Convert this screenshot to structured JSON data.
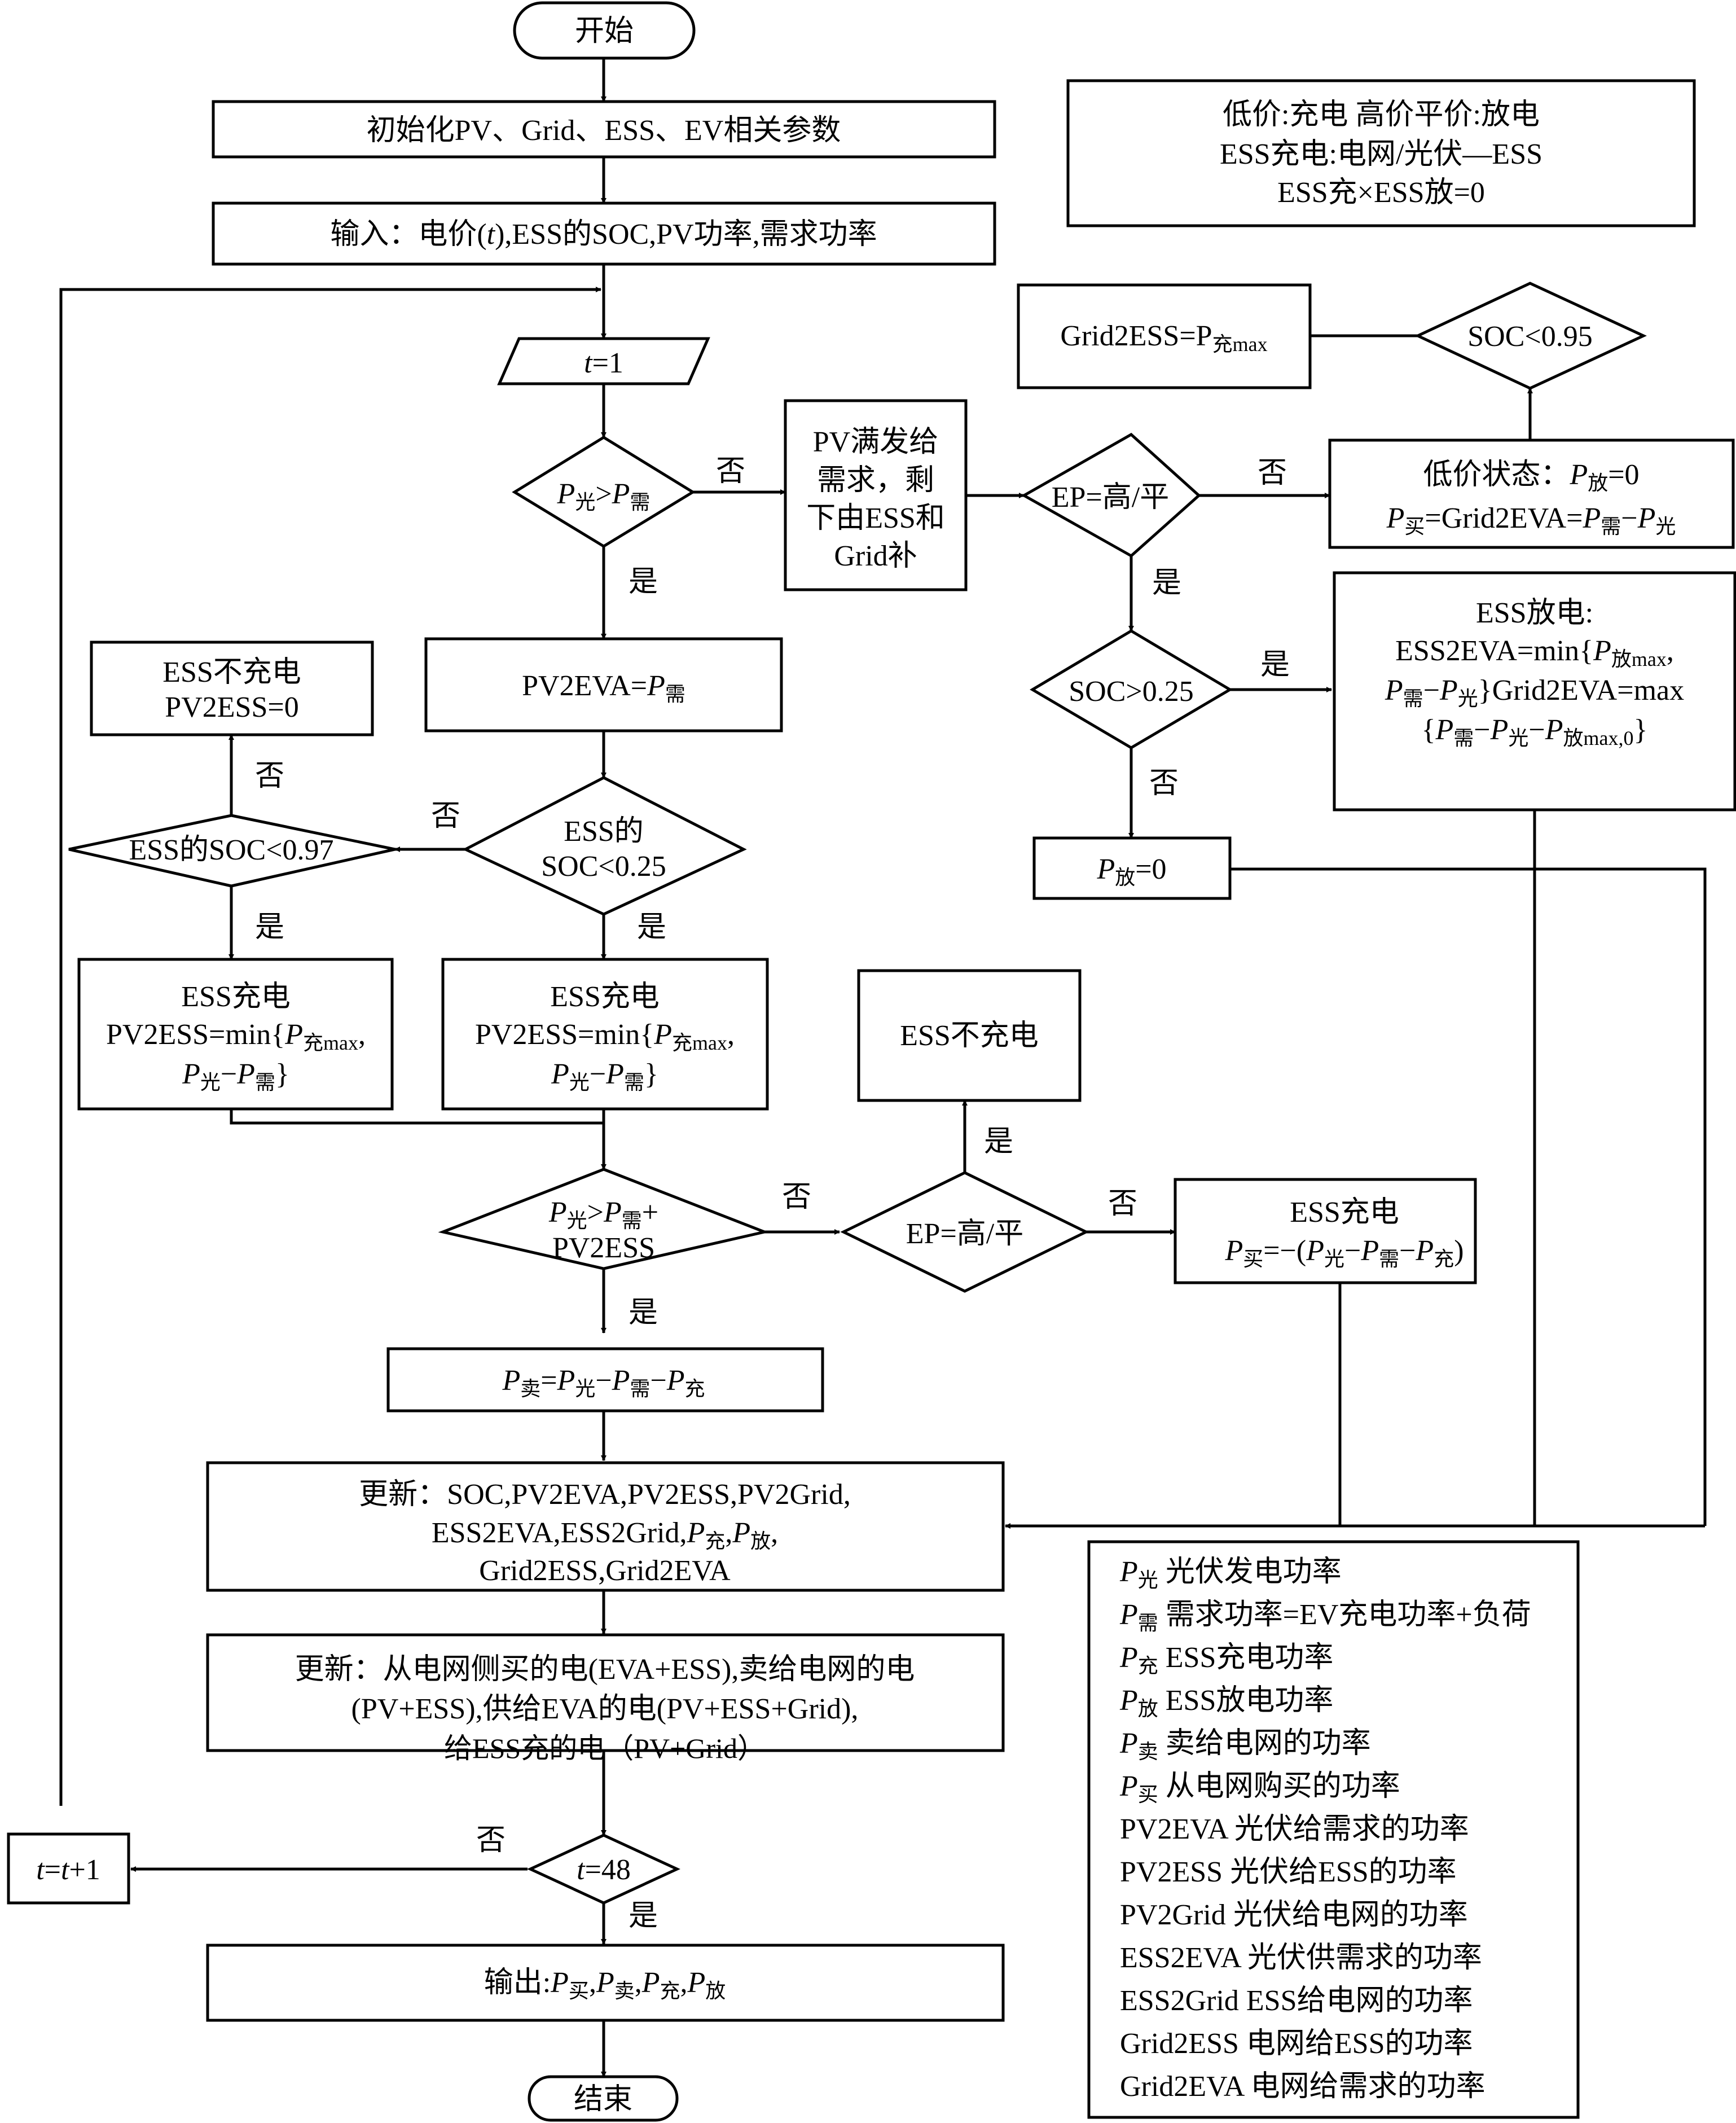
{
  "start": "开始",
  "end": "结束",
  "yes": "是",
  "no": "否",
  "notes": [
    "低价:充电   高价平价:放电",
    "ESS充电:电网/光伏—ESS",
    "ESS充×ESS放=0"
  ],
  "init": "初始化PV、Grid、ESS、EV相关参数",
  "input": {
    "pre": "输入：电价(",
    "t": "t",
    "post": "),ESS的SOC,PV功率,需求功率"
  },
  "t_init": {
    "t": "t",
    "rest": "=1"
  },
  "sym": {
    "P": "P",
    "guang": "光",
    "xu": "需",
    "chong": "充",
    "fang": "放",
    "mai_sell": "卖",
    "mai_buy": "买",
    "chongmax": "充max",
    "fangmax": "放max",
    "fangmax0": "放max,0"
  },
  "d1_gt": ">",
  "pv_short": [
    "PV满发给",
    "需求，剩",
    "下由ESS和",
    "Grid补"
  ],
  "ep_cond": "EP=高/平",
  "soc095": "SOC<0.95",
  "grid2ess_max": "Grid2ESS=P",
  "low_price": {
    "l1a": "低价状态：",
    "l1b": "=0",
    "l2a": "=Grid2EVA=",
    "minus": "−"
  },
  "soc025_gt": "SOC>0.25",
  "ess_discharge": {
    "title": "ESS放电:",
    "l2": "ESS2EVA=min{",
    "l2end": ",",
    "l3end": "}Grid2EVA=max",
    "l4start": "{",
    "l4end": "}"
  },
  "pfang0": "=0",
  "pv2eva": "PV2EVA=",
  "ess_no_charge_1": [
    "ESS不充电",
    "PV2ESS=0"
  ],
  "ess_soc097": "ESS的SOC<0.97",
  "ess_soc025": [
    "ESS的",
    "SOC<0.25"
  ],
  "ess_charge": {
    "title": "ESS充电",
    "l2": "PV2ESS=min{",
    "l2end": ","
  },
  "d_plus": {
    "plus": "+",
    "l2": "PV2ESS"
  },
  "ess_no_charge_2": "ESS不充电",
  "ess_charge_buy": {
    "title": "ESS充电",
    "mid": "=−(",
    "end": ")"
  },
  "p_sell": "=",
  "update1": [
    "更新：SOC,PV2EVA,PV2ESS,PV2Grid,",
    "ESS2EVA,ESS2Grid,",
    "Grid2ESS,Grid2EVA"
  ],
  "update2": [
    "更新：从电网侧买的电(EVA+ESS),卖给电网的电",
    "(PV+ESS),供给EVA的电(PV+ESS+Grid),",
    "给ESS充的电（PV+Grid）"
  ],
  "t48": "=48",
  "t_inc": {
    "t1": "t",
    "eq": "=",
    "t2": "t",
    "plus": "+1"
  },
  "output": {
    "pre": "输出:"
  },
  "comma": ",",
  "legend": [
    {
      "name": "P",
      "sub": "光",
      "desc": "光伏发电功率"
    },
    {
      "name": "P",
      "sub": "需",
      "desc": "需求功率=EV充电功率+负荷"
    },
    {
      "name": "P",
      "sub": "充",
      "desc": "ESS充电功率"
    },
    {
      "name": "P",
      "sub": "放",
      "desc": "ESS放电功率"
    },
    {
      "name": "P",
      "sub": "卖",
      "desc": "卖给电网的功率"
    },
    {
      "name": "P",
      "sub": "买",
      "desc": "从电网购买的功率"
    },
    {
      "name": "PV2EVA",
      "sub": "",
      "desc": "光伏给需求的功率"
    },
    {
      "name": "PV2ESS",
      "sub": "",
      "desc": "光伏给ESS的功率"
    },
    {
      "name": "PV2Grid",
      "sub": "",
      "desc": "光伏给电网的功率"
    },
    {
      "name": "ESS2EVA",
      "sub": "",
      "desc": "光伏供需求的功率"
    },
    {
      "name": "ESS2Grid",
      "sub": "",
      "desc": "ESS给电网的功率"
    },
    {
      "name": "Grid2ESS",
      "sub": "",
      "desc": "电网给ESS的功率"
    },
    {
      "name": "Grid2EVA",
      "sub": "",
      "desc": "电网给需求的功率"
    }
  ]
}
